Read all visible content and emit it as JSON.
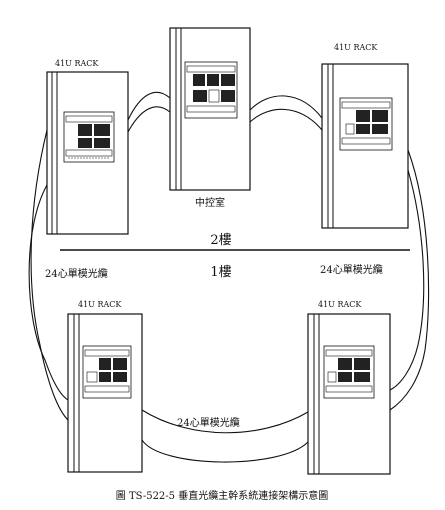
{
  "racks": {
    "top_left": {
      "label": "41U RACK"
    },
    "top_center": {
      "label": "中控室"
    },
    "top_right": {
      "label": "41U RACK"
    },
    "bottom_left": {
      "label": "41U RACK"
    },
    "bottom_right": {
      "label": "41U RACK"
    }
  },
  "floors": {
    "upper": "2樓",
    "lower": "1樓"
  },
  "cables": {
    "left": "24心單模光纜",
    "right": "24心單模光纜",
    "bottom": "24心單模光纜"
  },
  "caption": "圖 TS-522-5 垂直光纜主幹系統連接架構示意圖",
  "colors": {
    "ink": "#111111",
    "panel_dark": "#222222",
    "background": "#ffffff"
  }
}
